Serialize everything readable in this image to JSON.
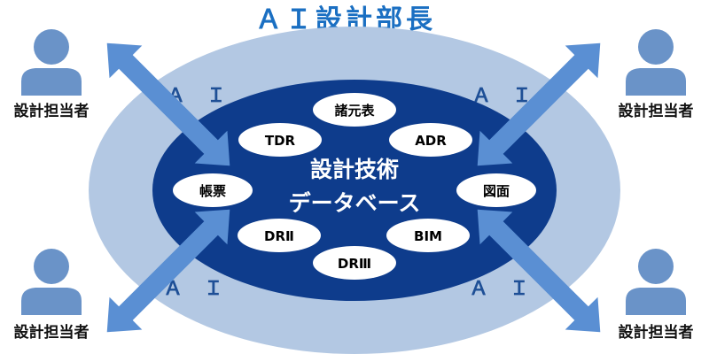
{
  "title": "ＡＩ設計部長",
  "ai_label": "Ａ Ｉ",
  "center": {
    "line1": "設計技術",
    "line2": "データベース"
  },
  "nodes": [
    {
      "id": "node-shogenhyo",
      "label": "諸元表"
    },
    {
      "id": "node-tdr",
      "label": "TDR"
    },
    {
      "id": "node-adr",
      "label": "ADR"
    },
    {
      "id": "node-chohyo",
      "label": "帳票"
    },
    {
      "id": "node-zumen",
      "label": "図面"
    },
    {
      "id": "node-dr2",
      "label": "DRⅡ"
    },
    {
      "id": "node-bim",
      "label": "BIM"
    },
    {
      "id": "node-dr3",
      "label": "DRⅢ"
    }
  ],
  "persons": [
    {
      "label": "設計担当者"
    },
    {
      "label": "設計担当者"
    },
    {
      "label": "設計担当者"
    },
    {
      "label": "設計担当者"
    }
  ],
  "colors": {
    "title": "#1a6fc2",
    "outer_ellipse": "#b3c8e3",
    "inner_ellipse": "#0e3c8c",
    "ai_text": "#1e4f96",
    "person_fill": "#6a93c8",
    "person_label": "#111111",
    "arrow_fill": "#5a8fd3",
    "node_fill": "#ffffff",
    "node_text": "#000000",
    "center_text": "#ffffff"
  },
  "icons": {
    "person": "person-icon",
    "arrow": "double-arrow-icon"
  }
}
